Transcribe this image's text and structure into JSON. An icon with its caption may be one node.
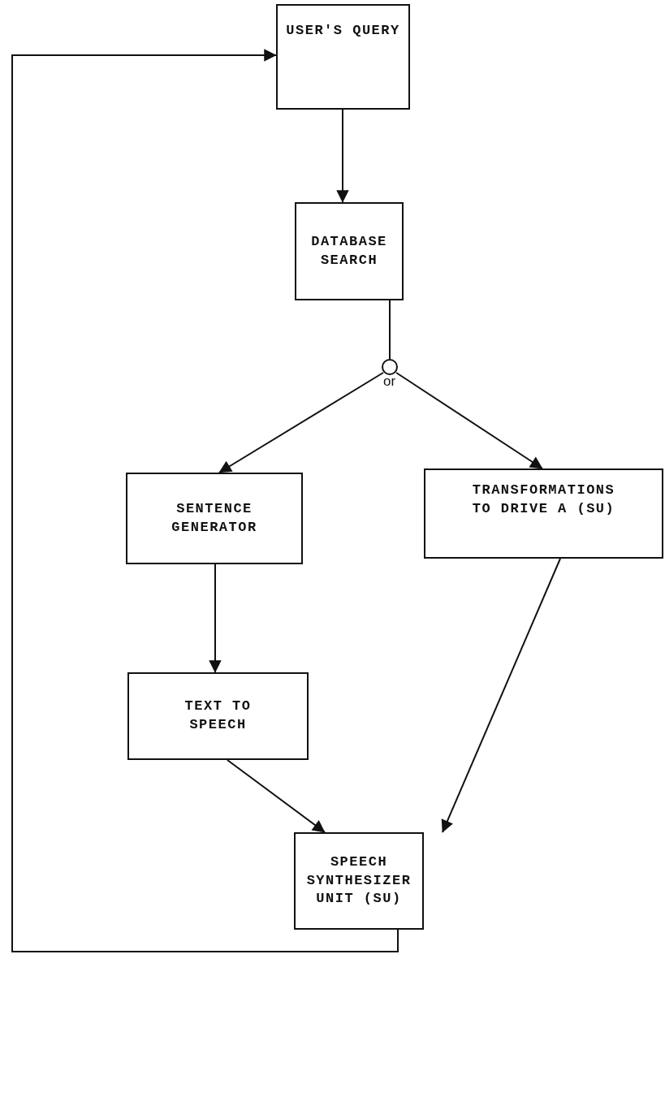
{
  "diagram": {
    "nodes": [
      {
        "text": [
          "USER'S QUERY"
        ]
      },
      {
        "text": [
          "DATABASE SEARCH"
        ]
      },
      {
        "text": [],
        "shape": "circle",
        "beside": [
          "or"
        ]
      },
      {
        "text": [
          "SENTENCE GENERATOR"
        ]
      },
      {
        "text": [
          "TRANSFORMATIONS TO DRIVE A (SU)"
        ]
      },
      {
        "text": [
          "TEXT TO SPEECH"
        ]
      },
      {
        "text": [
          "SPEECH SYNTHESIZER UNIT (SU)"
        ]
      }
    ],
    "edges": [
      {
        "from": 0,
        "to": 1,
        "arrow": "to"
      },
      {
        "from": 1,
        "to": 2,
        "arrow": "none"
      },
      {
        "from": 2,
        "to": 3,
        "arrow": "to"
      },
      {
        "from": 2,
        "to": 4,
        "arrow": "to"
      },
      {
        "from": 3,
        "to": 5,
        "arrow": "to"
      },
      {
        "from": 5,
        "to": 6,
        "arrow": "to"
      },
      {
        "from": 4,
        "to": 6,
        "arrow": "to"
      },
      {
        "from": 6,
        "to": 0,
        "arrow": "to"
      }
    ]
  }
}
